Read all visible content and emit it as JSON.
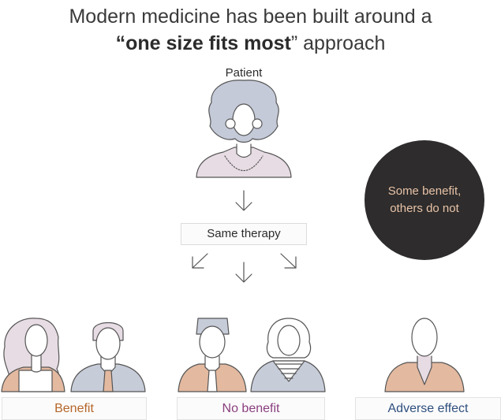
{
  "title": {
    "line1": "Modern medicine has been built around a",
    "line2_bold": "“one size fits most",
    "line2_rest": "” approach"
  },
  "patient": {
    "label": "Patient"
  },
  "therapy": {
    "label": "Same therapy"
  },
  "callout": {
    "line1": "Some benefit,",
    "line2": "others do not"
  },
  "outcomes": {
    "benefit": {
      "label": "Benefit",
      "color": "#b5662a"
    },
    "no_benefit": {
      "label": "No benefit",
      "color": "#8a3f7e"
    },
    "adverse": {
      "label": "Adverse effect",
      "color": "#2f4f7e"
    }
  },
  "colors": {
    "hair_blue": "#c5cad9",
    "skin_peach": "#e3b9a0",
    "shirt_lilac": "#e7dce3",
    "shirt_blue": "#c7ccd9",
    "callout_bg": "#2e2c2c",
    "callout_text": "#e8c3a8"
  }
}
